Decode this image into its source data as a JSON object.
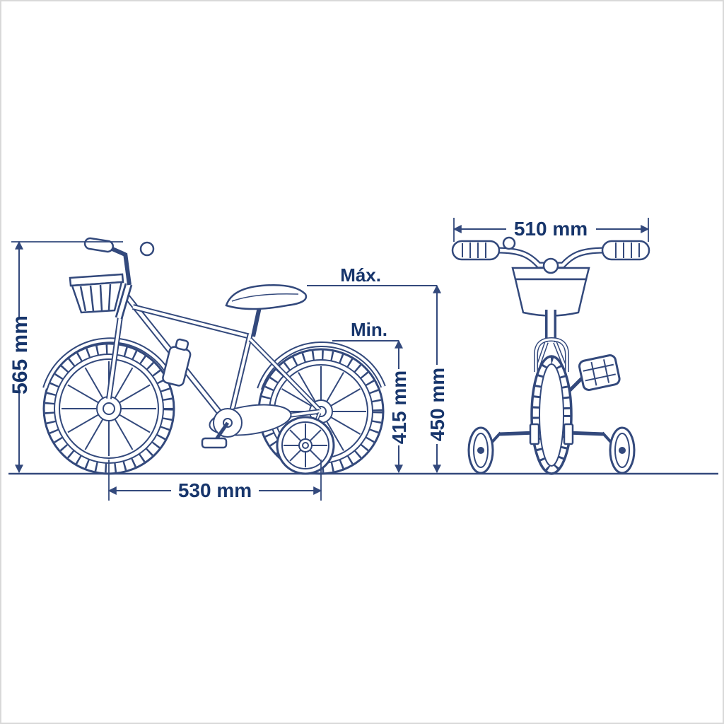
{
  "diagram": {
    "subject": "children's bicycle with training wheels, side view and front view technical drawing",
    "colors": {
      "line": "#33497c",
      "label_text": "#17356b",
      "background": "#ffffff",
      "frame_border": "#d9d9d9"
    },
    "labels": {
      "overall_height": "565 mm",
      "wheelbase": "530 mm",
      "handlebar_width": "510 mm",
      "seat_height_min": "415 mm",
      "seat_height_max": "450 mm",
      "max_label": "Máx.",
      "min_label": "Min."
    }
  }
}
